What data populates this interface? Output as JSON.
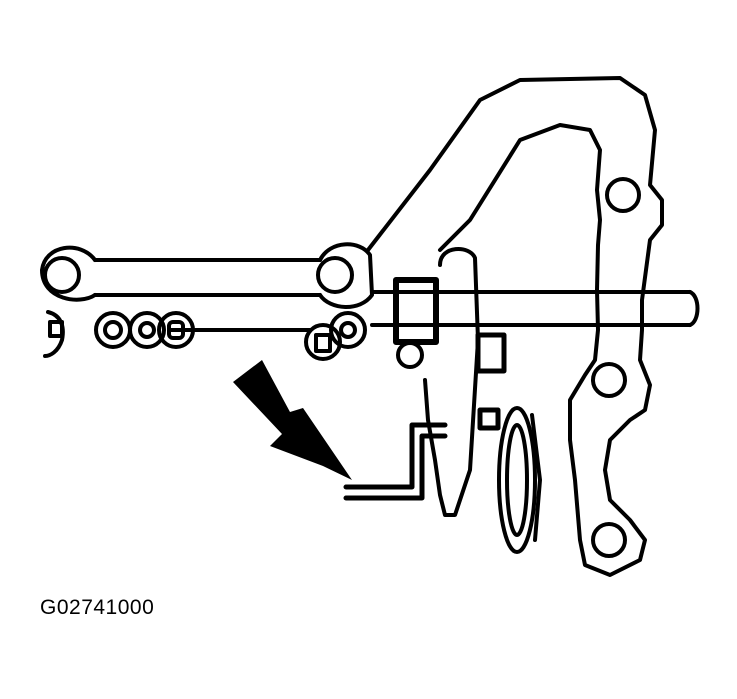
{
  "figure": {
    "caption_id": "G02741000",
    "description": "Line illustration of a transmission/shift linkage bracket with rail, lever and bent rod; arrow points to bent rod end",
    "stroke_color": "#000000",
    "background_color": "#ffffff"
  },
  "callouts": [
    {
      "type": "arrow",
      "target": "bent-rod",
      "icon": "arrow-icon"
    }
  ]
}
